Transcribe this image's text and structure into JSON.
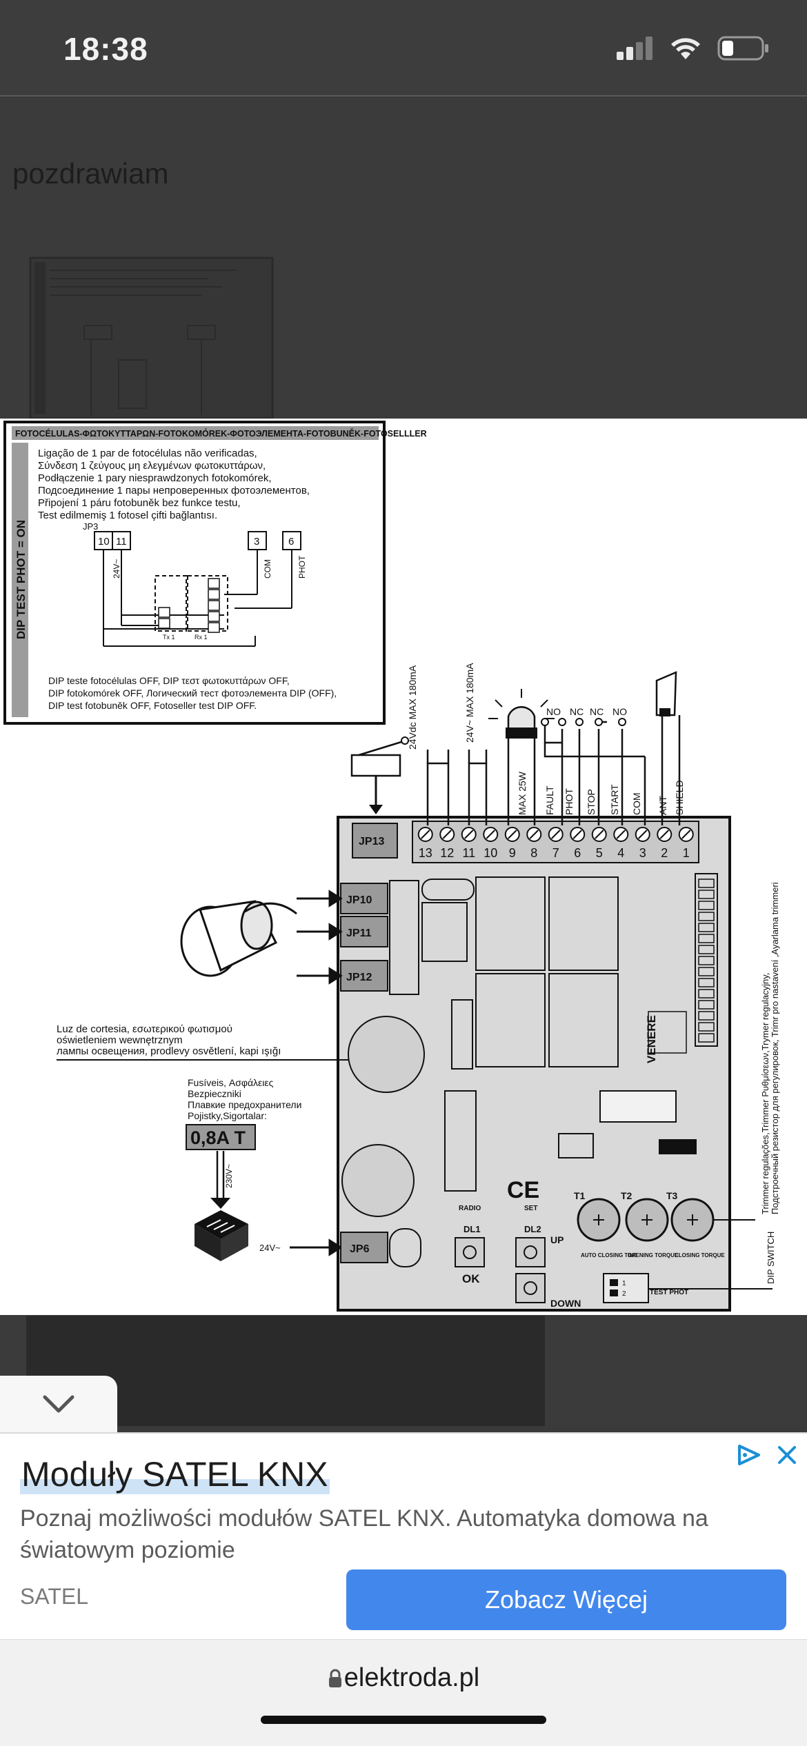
{
  "status_bar": {
    "time": "18:38"
  },
  "page": {
    "greeting": "pozdrawiam"
  },
  "diagram": {
    "inset": {
      "header": "FOTOCÉLULAS-ΦΩΤΟΚΥΤΤΑΡΩΝ-FOTOKOMÓREK-ФОТОЭЛЕМЕНТА-FOTOBUNĚK-FOTOSELLLER",
      "side_label": "DIP TEST PHOT = ON",
      "lines": [
        "Ligação de 1 par de fotocélulas não verificadas,",
        "Σύνδεση 1 ζεύγους μη ελεγμένων φωτοκυττάρων,",
        "Podłączenie 1 pary niesprawdzonych fotokomórek,",
        "Подсоединение 1 пары непроверенных фотоэлементов,",
        "Připojení 1 páru fotobuněk bez funkce testu,",
        "Test edilmemiş 1 fotosel çifti bağlantısı."
      ],
      "jp": "JP3",
      "terminals_left": [
        "10",
        "11"
      ],
      "terminals_right": [
        "3",
        "6"
      ],
      "label_24v": "24V~",
      "label_com": "COM",
      "label_phot": "PHOT",
      "tx": "Tx 1",
      "rx": "Rx 1",
      "footer": [
        "DIP teste fotocélulas OFF, DIP τεστ φωτοκυττάρων OFF,",
        "DIP fotokomórek OFF, Логический тест фотоэлемента DIP (OFF),",
        "DIP test fotobuněk OFF, Fotoseller test DIP OFF."
      ]
    },
    "board": {
      "terminals": [
        "13",
        "12",
        "11",
        "10",
        "9",
        "8",
        "7",
        "6",
        "5",
        "4",
        "3",
        "2",
        "1"
      ],
      "top_labels": {
        "v24dc": "24Vdc MAX 180mA",
        "v24ac": "24V~ MAX 180mA",
        "max25w": "MAX 25W",
        "fault": "FAULT",
        "phot": "PHOT",
        "stop": "STOP",
        "start": "START",
        "com": "COM",
        "ant": "ANT",
        "shield": "SHIELD",
        "no1": "NO",
        "nc1": "NC",
        "nc2": "NC",
        "no2": "NO"
      },
      "jp13": "JP13",
      "jp10": "JP10",
      "jp11": "JP11",
      "jp12": "JP12",
      "jp6": "JP6",
      "venere": "VENERE",
      "light_text": [
        "Luz de cortesia, εσωτερικού φωτισμού",
        "oświetleniem wewnętrznym",
        "лампы освещения, prodlevy osvětlení, kapi ışığı"
      ],
      "fuse_text": [
        "Fusíveis, Ασφάλειες",
        "Bezpieczniki",
        "Плавкие предохранители",
        "Pojistky,Sigortalar:"
      ],
      "fuse_value": "0,8A T",
      "v230": "230V~",
      "v24": "24V~",
      "ce": "CE",
      "radio": "RADIO",
      "set": "SET",
      "dl1": "DL1",
      "dl2": "DL2",
      "ok": "OK",
      "up": "UP",
      "down": "DOWN",
      "t1": "T1",
      "t2": "T2",
      "t3": "T3",
      "auto_closing": "AUTO CLOSING TIME",
      "opening_torque": "OPENING TORQUE",
      "closing_torque": "CLOSING TORQUE",
      "test_phot": "TEST PHOT",
      "dip1": "1",
      "dip2": "2",
      "dip_switch": "DIP SWITCH",
      "trimmer_text": [
        "Trimmer regulações,Trimmer Ρυθμίσεων,Trymer regulacyjny,",
        "Подстроечный резистор для регулировок, Trimr pro nastavení ,Ayarlama trimmeri"
      ]
    }
  },
  "ad": {
    "title": "Moduły SATEL KNX",
    "description": "Poznaj możliwości modułów SATEL KNX. Automatyka domowa na światowym poziomie",
    "brand": "SATEL",
    "cta": "Zobacz Więcej"
  },
  "url_bar": {
    "domain": "elektroda.pl"
  }
}
